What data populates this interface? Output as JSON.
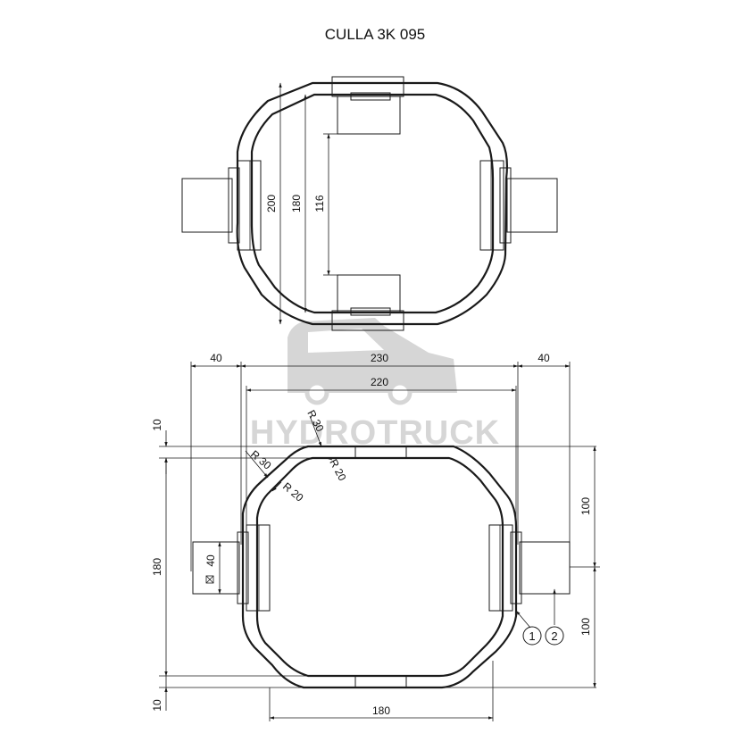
{
  "title": "CULLA 3K 095",
  "watermark": "HYDROTRUCK",
  "top_view": {
    "dims": {
      "outer_height": "200",
      "inner_height": "180",
      "slot_span": "116"
    }
  },
  "front_view": {
    "dims": {
      "left_offset": "40",
      "outer_width": "230",
      "inner_width": "220",
      "right_offset": "40",
      "top_gap": "10",
      "bottom_gap": "10",
      "body_height": "180",
      "upper_half": "100",
      "lower_half": "100",
      "bottom_width": "180",
      "pin_diameter": "40"
    },
    "radii": {
      "r_outer_top": "R 30",
      "r_inner_top": "R 20",
      "r_outer_left": "R 30",
      "r_inner_left": "R 20"
    },
    "callouts": [
      "1",
      "2"
    ]
  },
  "colors": {
    "line": "#1a1a1a",
    "watermark": "#d6d6d6"
  }
}
